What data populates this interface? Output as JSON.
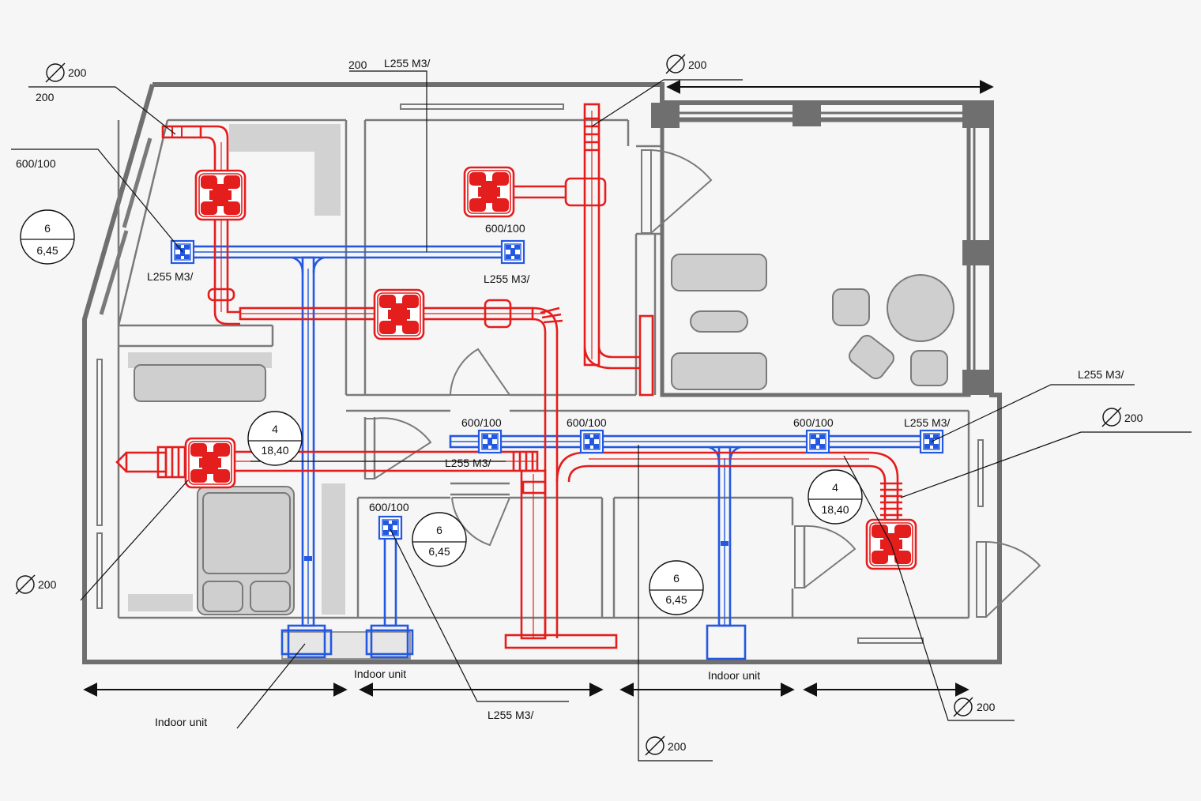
{
  "labels": {
    "dia_top_left": "200",
    "dia_top_left_sub": "200",
    "supply_top_left": "600/100",
    "flow_top_left": "L255 M3/",
    "top_mid_200": "200",
    "top_mid_flow": "L255 M3/",
    "dia_top_right": "200",
    "supply_mid": "600/100",
    "flow_mid": "L255 M3/",
    "flow_right_top": "L255 M3/",
    "dia_right": "200",
    "corr_supply_1": "600/100",
    "corr_supply_2": "600/100",
    "corr_supply_3": "600/100",
    "corr_flow_end": "L255 M3/",
    "corr_flow_mid": "L255 M3/",
    "lower_supply": "600/100",
    "dia_left_bottom": "200",
    "indoor_unit_1": "Indoor unit",
    "indoor_unit_2": "Indoor unit",
    "indoor_unit_3": "Indoor unit",
    "flow_bottom": "L255 M3/",
    "dia_bottom_mid": "200",
    "dia_bottom_right": "200"
  },
  "rooms": [
    {
      "top": "6",
      "bottom": "6,45"
    },
    {
      "top": "4",
      "bottom": "18,40"
    },
    {
      "top": "6",
      "bottom": "6,45"
    },
    {
      "top": "4",
      "bottom": "18,40"
    },
    {
      "top": "6",
      "bottom": "6,45"
    }
  ],
  "colors": {
    "supply": "#2358e0",
    "exhaust": "#e41d1d",
    "walls": "#6f6f6f"
  }
}
